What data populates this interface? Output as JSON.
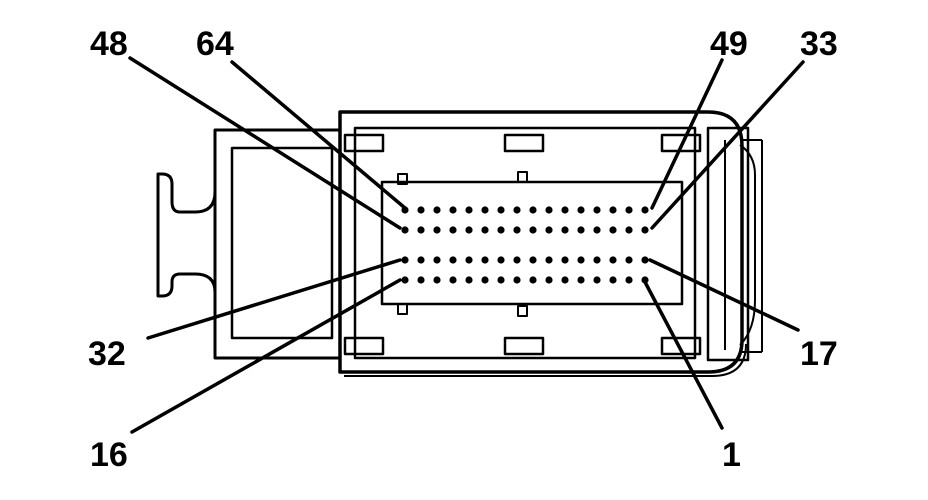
{
  "labels": {
    "pin_48": "48",
    "pin_64": "64",
    "pin_49": "49",
    "pin_33": "33",
    "pin_32": "32",
    "pin_16": "16",
    "pin_17": "17",
    "pin_1": "1"
  },
  "connector": {
    "rows": 4,
    "pins_per_row": 16
  },
  "colors": {
    "line": "#000000",
    "background": "#ffffff"
  }
}
